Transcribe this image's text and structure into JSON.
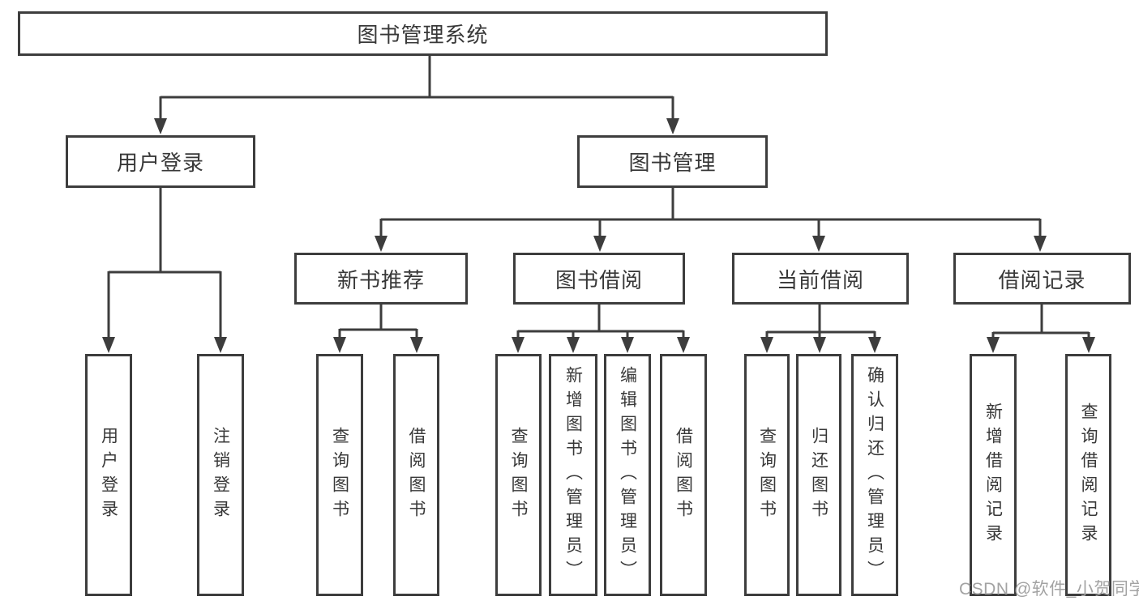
{
  "diagram": {
    "title": "图书管理系统",
    "root": {
      "label": "图书管理系统"
    },
    "level2": [
      {
        "label": "用户登录"
      },
      {
        "label": "图书管理"
      }
    ],
    "level3": [
      {
        "label": "新书推荐"
      },
      {
        "label": "图书借阅"
      },
      {
        "label": "当前借阅"
      },
      {
        "label": "借阅记录"
      }
    ],
    "leaves": [
      {
        "label": "用户登录",
        "parent": "用户登录"
      },
      {
        "label": "注销登录",
        "parent": "用户登录"
      },
      {
        "label": "查询图书",
        "parent": "新书推荐"
      },
      {
        "label": "借阅图书",
        "parent": "新书推荐"
      },
      {
        "label": "查询图书",
        "parent": "图书借阅"
      },
      {
        "label": "新增图书（管理员）",
        "parent": "图书借阅"
      },
      {
        "label": "编辑图书（管理员）",
        "parent": "图书借阅"
      },
      {
        "label": "借阅图书",
        "parent": "图书借阅"
      },
      {
        "label": "查询图书",
        "parent": "当前借阅"
      },
      {
        "label": "归还图书",
        "parent": "当前借阅"
      },
      {
        "label": "确认归还（管理员）",
        "parent": "当前借阅"
      },
      {
        "label": "新增借阅记录",
        "parent": "借阅记录"
      },
      {
        "label": "查询借阅记录",
        "parent": "借阅记录"
      }
    ],
    "watermark": "CSDN @软件_小贺同学",
    "colors": {
      "line": "#3d3d3d",
      "box_border": "#3d3d3d",
      "box_fill": "#ffffff",
      "text": "#383838",
      "watermark": "#a3a3a3",
      "background": "#ffffff"
    }
  }
}
